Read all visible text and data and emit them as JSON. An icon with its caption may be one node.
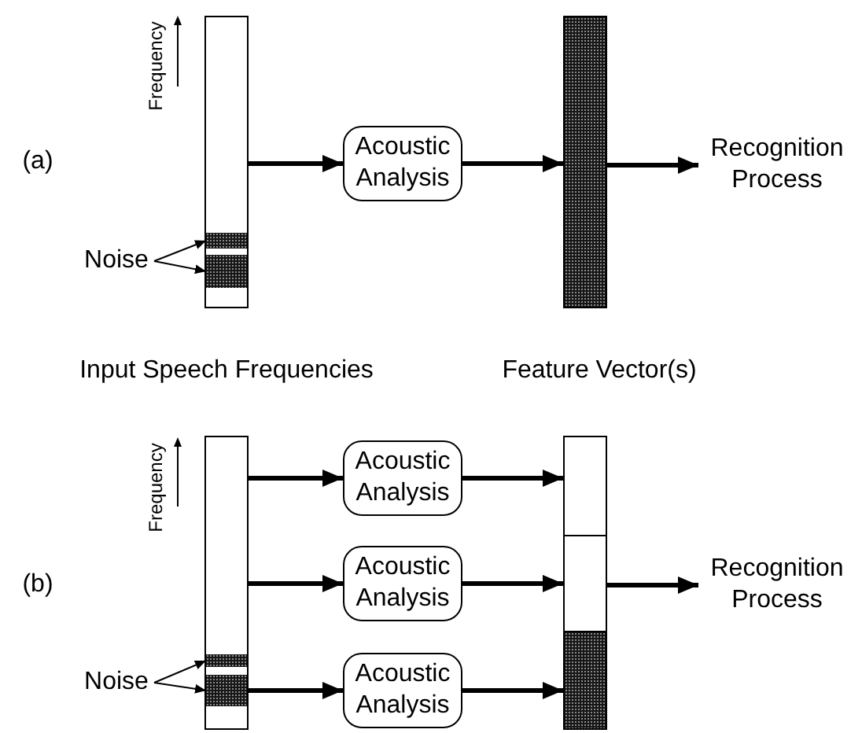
{
  "diagram": {
    "nodes": [
      {
        "text": [],
        "shape": "box"
      },
      {
        "text": [],
        "shape": "bar",
        "in": 0
      },
      {
        "text": [],
        "shape": "bar",
        "in": 0
      },
      {
        "text": [
          "Noise"
        ]
      },
      {
        "text": [
          "Acoustic Analysis"
        ]
      },
      {
        "text": [],
        "shape": "bar"
      },
      {
        "text": [
          "Recognition Process"
        ]
      },
      {
        "text": [],
        "shape": "box"
      },
      {
        "text": [],
        "shape": "bar",
        "in": 7
      },
      {
        "text": [],
        "shape": "bar",
        "in": 7
      },
      {
        "text": [
          "Noise"
        ]
      },
      {
        "text": [
          "Acoustic Analysis"
        ]
      },
      {
        "text": [
          "Acoustic Analysis"
        ]
      },
      {
        "text": [
          "Acoustic Analysis"
        ]
      },
      {
        "text": [],
        "shape": "box"
      },
      {
        "text": [],
        "shape": "box",
        "in": 14
      },
      {
        "text": [],
        "shape": "box",
        "in": 14
      },
      {
        "text": [],
        "shape": "bar",
        "in": 14
      },
      {
        "text": [
          "Recognition Process"
        ]
      }
    ],
    "edges": [
      {
        "from": 3,
        "to": 1,
        "arrow": "to"
      },
      {
        "from": 3,
        "to": 2,
        "arrow": "to"
      },
      {
        "from": 0,
        "to": 4,
        "arrow": "to"
      },
      {
        "from": 4,
        "to": 5,
        "arrow": "to"
      },
      {
        "from": 5,
        "to": 6,
        "arrow": "to"
      },
      {
        "from": 10,
        "to": 8,
        "arrow": "to"
      },
      {
        "from": 10,
        "to": 9,
        "arrow": "to"
      },
      {
        "from": 7,
        "to": 11,
        "arrow": "to"
      },
      {
        "from": 7,
        "to": 12,
        "arrow": "to"
      },
      {
        "from": 7,
        "to": 13,
        "arrow": "to"
      },
      {
        "from": 11,
        "to": 15,
        "arrow": "to"
      },
      {
        "from": 12,
        "to": 16,
        "arrow": "to"
      },
      {
        "from": 13,
        "to": 17,
        "arrow": "to"
      },
      {
        "from": 14,
        "to": 18,
        "arrow": "to"
      }
    ],
    "labels": [
      "Frequency",
      "(a)",
      "Input Speech Frequencies",
      "Feature Vector(s)",
      "Frequency",
      "(b)"
    ]
  }
}
